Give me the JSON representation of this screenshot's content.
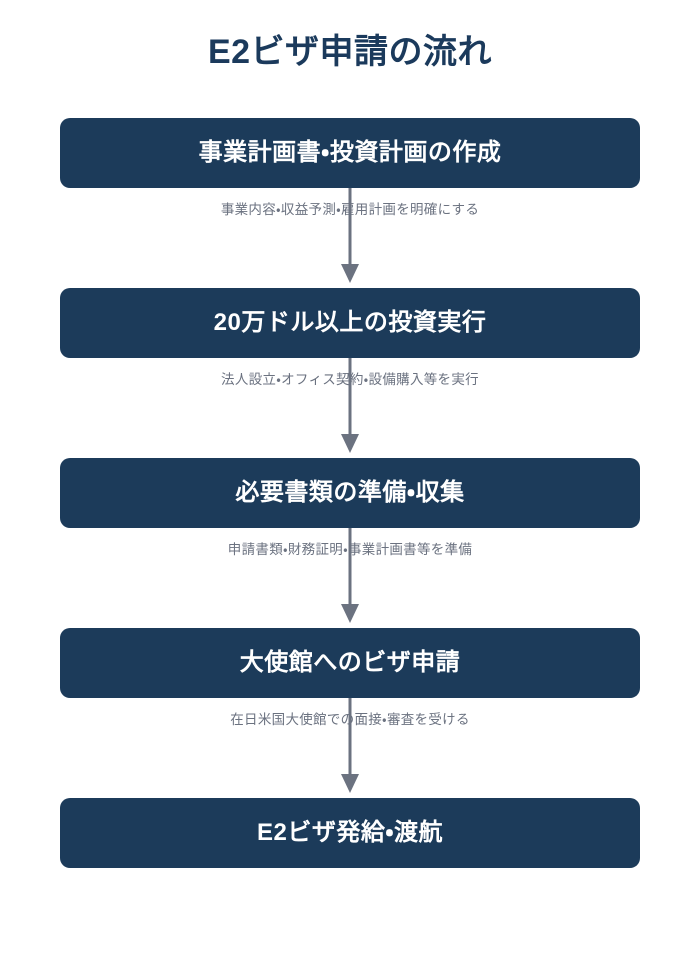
{
  "title": "E2ビザ申請の流れ",
  "colors": {
    "background": "#ffffff",
    "box_fill": "#1c3b5a",
    "box_text": "#ffffff",
    "title_text": "#1b3a5c",
    "caption_text": "#6b7280",
    "arrow": "#6b7280"
  },
  "chart_data": {
    "type": "flowchart",
    "orientation": "vertical",
    "title": "E2ビザ申請の流れ",
    "node_count": 5,
    "connector_count": 4,
    "nodes": [
      {
        "step": 1,
        "label": "事業計画書・投資計画の作成",
        "caption": "事業内容・収益予測・雇用計画を明確にする"
      },
      {
        "step": 2,
        "label": "20万ドル以上の投資実行",
        "caption": "法人設立・オフィス契約・設備購入等を実行"
      },
      {
        "step": 3,
        "label": "必要書類の準備・収集",
        "caption": "申請書類・財務証明・事業計画書等を準備"
      },
      {
        "step": 4,
        "label": "大使館へのビザ申請",
        "caption": "在日米国大使館での面接・審査を受ける"
      },
      {
        "step": 5,
        "label": "E2ビザ発給・渡航",
        "caption": ""
      }
    ]
  },
  "steps": [
    {
      "label": "事業計画書・投資計画の作成",
      "caption": "事業内容・収益予測・雇用計画を明確にする"
    },
    {
      "label": "20万ドル以上の投資実行",
      "caption": "法人設立・オフィス契約・設備購入等を実行"
    },
    {
      "label": "必要書類の準備・収集",
      "caption": "申請書類・財務証明・事業計画書等を準備"
    },
    {
      "label": "大使館へのビザ申請",
      "caption": "在日米国大使館での面接・審査を受ける"
    },
    {
      "label": "E2ビザ発給・渡航",
      "caption": ""
    }
  ]
}
